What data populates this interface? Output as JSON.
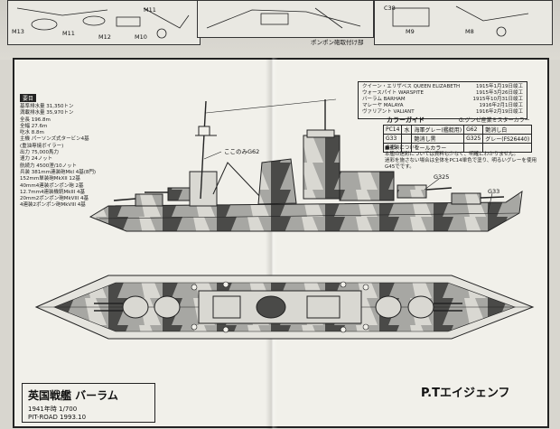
{
  "top_strip": {
    "part_labels": [
      "M13",
      "M11",
      "M12",
      "M10",
      "M11",
      "M9",
      "C38",
      "M8"
    ],
    "caption": "ポンポン砲取付け部"
  },
  "specs": {
    "heading": "要目",
    "lines": [
      "基準排水量 31,350トン",
      "満載排水量 35,970トン",
      "全長 196.8m",
      "全幅 27.6m",
      "吃水 8.8m",
      "主機 パーソンズ式タービン4基",
      "(重油専焼ボイラー)",
      "出力 75,000馬力",
      "速力 24ノット",
      "航続力 4500浬/10ノット",
      "兵装 381mm連装砲MkI 4基(8門)",
      "152mm単装砲MkXII 12基",
      "40mm4連装ポンポン砲 2基",
      "12.7mm4連装機銃MkIII 4基",
      "20mm2ポンポン砲MkVIII 4基",
      "4連装2ポンポン砲MkVIII 4基"
    ]
  },
  "ship_list": {
    "rows": [
      {
        "name": "クイーン・エリザベス QUEEN ELIZABETH",
        "date": "1915年1月19日竣工"
      },
      {
        "name": "ウォースパイト WARSPITE",
        "date": "1915年3月26日竣工"
      },
      {
        "name": "バーラム BARHAM",
        "date": "1915年10月31日竣工"
      },
      {
        "name": "マレーヤ MALAYA",
        "date": "1916年2月1日竣工"
      },
      {
        "name": "ヴァリアント VALIANT",
        "date": "1916年2月19日竣工"
      }
    ]
  },
  "color_guide": {
    "title": "カラーガイド",
    "subtitle": "G:グンゼ産業ミスターカラー",
    "rows": [
      [
        "PC14",
        "水",
        "海軍グレー(艦艇用)",
        "G62",
        "艶消し白"
      ],
      [
        "G33",
        "",
        "艶消し黒",
        "G325",
        "グレー(FS26440)"
      ],
      [
        "G45",
        "",
        "セールカラー",
        "",
        ""
      ]
    ]
  },
  "notes": {
    "lines": [
      "■塗装について",
      "本艦の迷彩については資料も少なく、明確にわかりません。",
      "迷彩を施さない場合は全体をPC14単色で塗り、明るいグレーを使用",
      "G45でです。"
    ]
  },
  "callouts": {
    "profile_color": "ここのみG62",
    "g325": "G325",
    "g33": "G33"
  },
  "title_box": {
    "name": "英国戦艦 バーラム",
    "scale": "1941年時 1/700",
    "maker": "PIT-ROAD 1993.10"
  },
  "signature": "P.Tエイジェンフ",
  "colors": {
    "paper": "#f1f0ea",
    "ink": "#222222",
    "camo_light": "#a7a7a3",
    "camo_dark": "#4a4a48",
    "background": "#d8d6cf"
  }
}
